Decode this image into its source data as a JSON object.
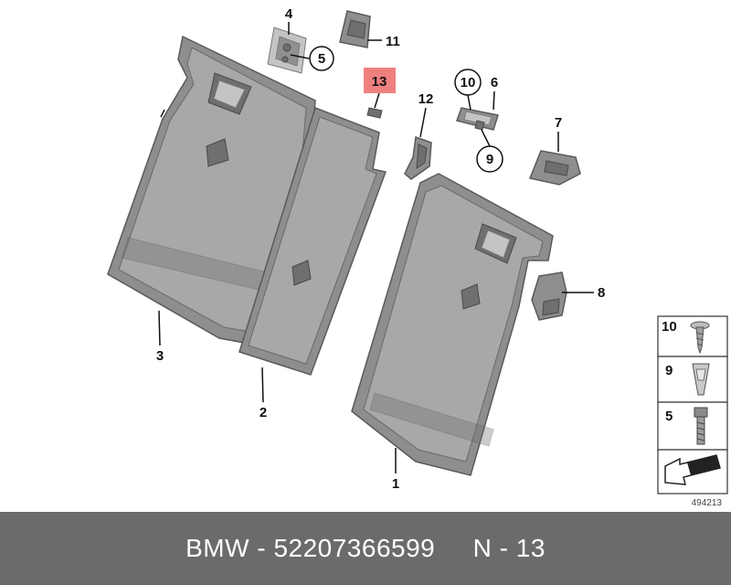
{
  "diagram": {
    "ref_number": "494213",
    "callouts": {
      "c1": "1",
      "c2": "2",
      "c3": "3",
      "c4": "4",
      "c5": "5",
      "c6": "6",
      "c7": "7",
      "c8": "8",
      "c9": "9",
      "c10": "10",
      "c11": "11",
      "c12": "12",
      "c13": "13"
    },
    "fastener_panel": {
      "f10": "10",
      "f9": "9",
      "f5": "5"
    },
    "highlight_color": "#f08080"
  },
  "footer": {
    "brand": "BMW",
    "part_number": "52207366599",
    "position": "N - 13"
  }
}
